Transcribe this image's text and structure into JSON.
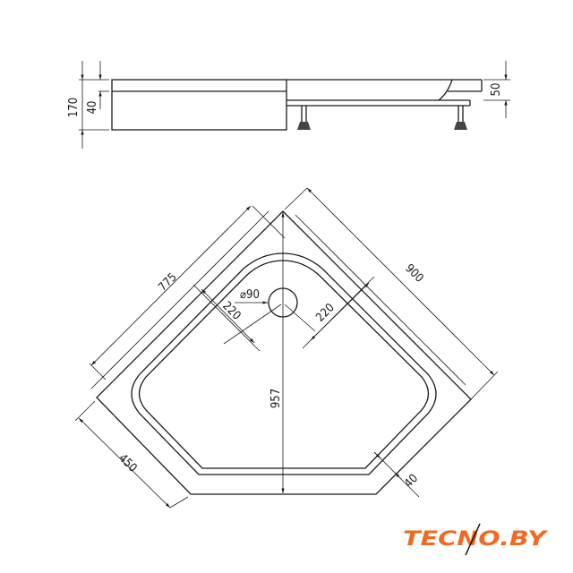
{
  "side_view": {
    "dim_total_height": "170",
    "dim_rim": "40",
    "dim_tray": "50"
  },
  "plan_view": {
    "dim_short_side": "775",
    "dim_long_side": "900",
    "dim_front_facet": "450",
    "dim_diagonal": "957",
    "dim_drain_left": "220",
    "dim_drain_right": "220",
    "dim_drain_diameter": "⌀90",
    "dim_rim_width": "40"
  },
  "logo": {
    "text": "TECNO.BY",
    "color": "#f26a21"
  }
}
